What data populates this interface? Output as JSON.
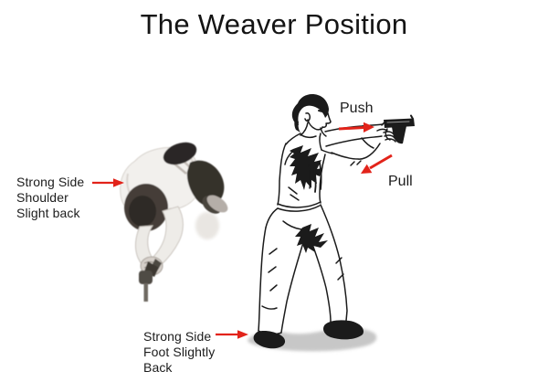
{
  "title": "The Weaver Position",
  "annotations": {
    "shoulder_label": {
      "lines": [
        "Strong Side",
        "Shoulder",
        "Slight back"
      ]
    },
    "foot_label": {
      "lines": [
        "Strong Side",
        "Foot Slightly",
        "Back"
      ]
    },
    "push_label": "Push",
    "pull_label": "Pull"
  },
  "icons": {
    "shoulder_arrow": "right-arrow",
    "foot_arrow": "right-arrow",
    "push_arrow": "right-arrow",
    "pull_arrow": "down-left-arrow"
  },
  "colors": {
    "arrow_red": "#e2231a",
    "text_black": "#1c1c1c",
    "background": "#ffffff",
    "shadow_gray": "#c7c7c7"
  }
}
